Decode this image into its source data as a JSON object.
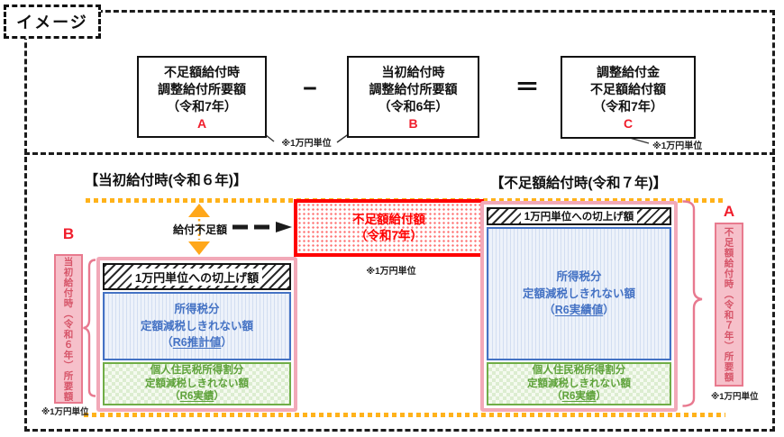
{
  "page": {
    "corner_tag": "イメージ"
  },
  "formula": {
    "box_a": {
      "text": "不足額給付時\n調整給付所要額\n（令和7年）",
      "letter": "A"
    },
    "operator_minus": "−",
    "box_b": {
      "text": "当初給付時\n調整給付所要額\n（令和6年）",
      "letter": "B"
    },
    "operator_equals": "＝",
    "box_c": {
      "text": "調整給付金\n不足額給付額\n（令和7年）",
      "letter": "C"
    },
    "unit_note_ab": "※1万円単位",
    "unit_note_c": "※1万円単位"
  },
  "chart": {
    "left_header": "【当初給付時(令和６年)】",
    "right_header": "【不足額給付時(令和７年)】",
    "shortfall_arrow_label": "給付不足額",
    "shortfall_box": {
      "text": "不足額給付額\n（令和7年）",
      "unit_note": "※1万円単位"
    },
    "left_bar": {
      "rounding_label": "1万円単位への切上げ額",
      "income_tax": {
        "title": "所得税分",
        "subtitle": "定額減税しきれない額",
        "paren_open": "（",
        "note": "R6推計値",
        "paren_close": "）"
      },
      "resident_tax": {
        "title": "個人住民税所得割分",
        "subtitle": "定額減税しきれない額",
        "paren_open": "（",
        "note": "R6実績",
        "paren_close": "）"
      }
    },
    "right_bar": {
      "rounding_label": "1万円単位への切上げ額",
      "income_tax": {
        "title": "所得税分",
        "subtitle": "定額減税しきれない額",
        "paren_open": "（",
        "note": "R6実績値",
        "paren_close": "）"
      },
      "resident_tax": {
        "title": "個人住民税所得割分",
        "subtitle": "定額減税しきれない額",
        "paren_open": "（",
        "note": "R6実績",
        "paren_close": "）"
      }
    },
    "label_b": {
      "letter": "B",
      "text": "当初給付時（令和６年）所要額",
      "unit_note": "※1万円単位"
    },
    "label_a": {
      "letter": "A",
      "text": "不足額給付時（令和７年）所要額",
      "unit_note": "※1万円単位"
    }
  },
  "colors": {
    "accent_red": "#f01e2c",
    "shortfall_box_red": "#ff0000",
    "guide_orange": "#ffb21a",
    "income_tax_blue": "#4472c4",
    "resident_tax_green": "#70ad47",
    "label_pink_fill": "#f6c0ca",
    "label_pink_border": "#e87a8e"
  }
}
